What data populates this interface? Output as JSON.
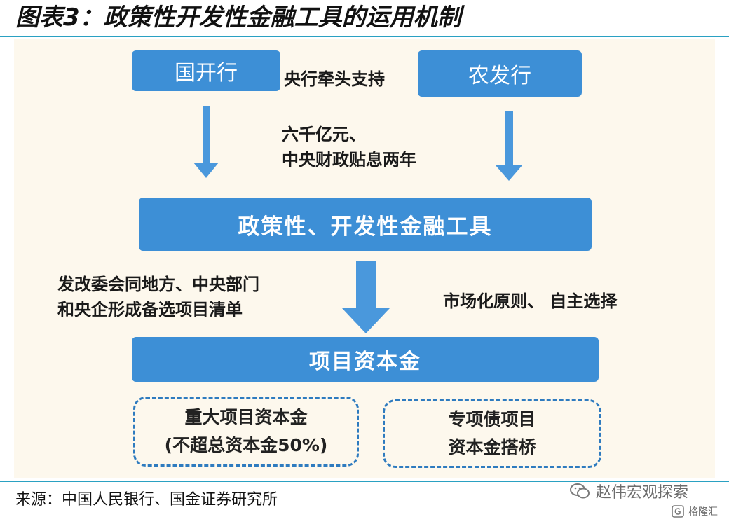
{
  "header": {
    "title": "图表3：政策性开发性金融工具的运用机制"
  },
  "diagram": {
    "banks": {
      "left": "国开行",
      "right": "农发行"
    },
    "support_label": "央行牵头支持",
    "funding_label": {
      "line1": "六千亿元、",
      "line2": "中央财政贴息两年"
    },
    "tool_box": "政策性、开发性金融工具",
    "ndrc_label": {
      "line1": "发改委会同地方、中央部门",
      "line2": "和央企形成备选项目清单"
    },
    "market_label": "市场化原则、 自主选择",
    "capital_box": "项目资本金",
    "major_project": {
      "line1": "重大项目资本金",
      "line2": "(不超总资本金50%)"
    },
    "special_bond": {
      "line1": "专项债项目",
      "line2": "资本金搭桥"
    },
    "colors": {
      "box_fill": "#3d8fd6",
      "arrow_fill": "#4a98dc",
      "dash_border": "#2e7bbf",
      "panel_bg": "#fdf8ed",
      "rule": "#2aa1c2"
    }
  },
  "footer": {
    "source": "来源：中国人民银行、国金证券研究所"
  },
  "watermark": {
    "account": "赵伟宏观探索",
    "platform": "格隆汇",
    "icons": [
      "wechat-icon",
      "gelonghui-logo-icon"
    ]
  }
}
